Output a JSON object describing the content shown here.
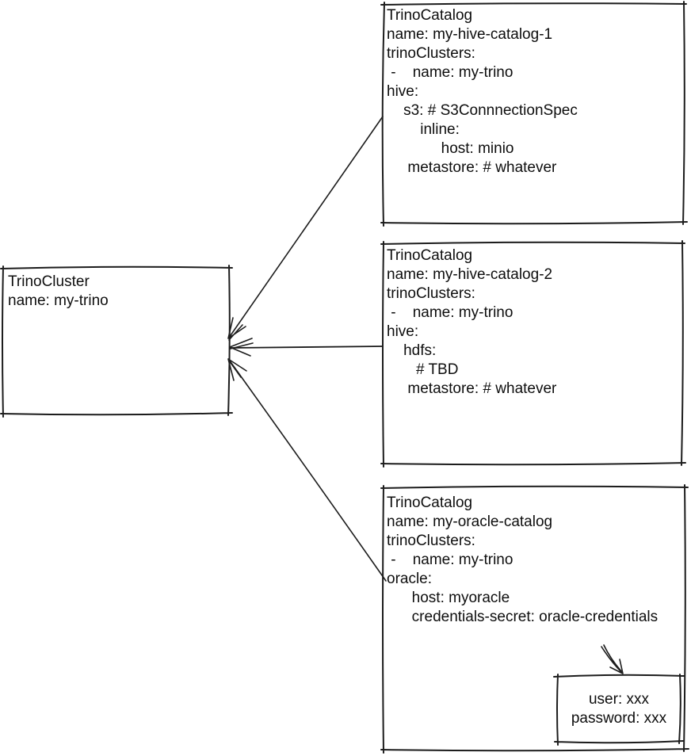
{
  "colors": {
    "background": "#ffffff",
    "stroke": "#1c1c1c",
    "text": "#0e0e0e"
  },
  "boxes": {
    "cluster": {
      "kind": "TrinoCluster",
      "lines": [
        "TrinoCluster",
        "name: my-trino"
      ]
    },
    "catalog1": {
      "kind": "TrinoCatalog",
      "lines": [
        "TrinoCatalog",
        "name: my-hive-catalog-1",
        "trinoClusters:",
        " -    name: my-trino",
        "hive:",
        "    s3: # S3ConnnectionSpec",
        "        inline:",
        "             host: minio",
        "     metastore: # whatever"
      ]
    },
    "catalog2": {
      "kind": "TrinoCatalog",
      "lines": [
        "TrinoCatalog",
        "name: my-hive-catalog-2",
        "trinoClusters:",
        " -    name: my-trino",
        "hive:",
        "    hdfs:",
        "       # TBD",
        "     metastore: # whatever"
      ]
    },
    "catalog3": {
      "kind": "TrinoCatalog",
      "lines": [
        "TrinoCatalog",
        "name: my-oracle-catalog",
        "trinoClusters:",
        " -    name: my-trino",
        "oracle:",
        "      host: myoracle",
        "      credentials-secret: oracle-credentials"
      ]
    },
    "secret": {
      "kind": "Secret",
      "lines": [
        "user: xxx",
        "password: xxx"
      ]
    }
  },
  "connections": [
    {
      "from": "TrinoCatalog my-hive-catalog-1",
      "to": "TrinoCluster my-trino"
    },
    {
      "from": "TrinoCatalog my-hive-catalog-2",
      "to": "TrinoCluster my-trino"
    },
    {
      "from": "TrinoCatalog my-oracle-catalog",
      "to": "TrinoCluster my-trino"
    },
    {
      "from": "credentials-secret: oracle-credentials",
      "to": "user/password secret box"
    }
  ]
}
